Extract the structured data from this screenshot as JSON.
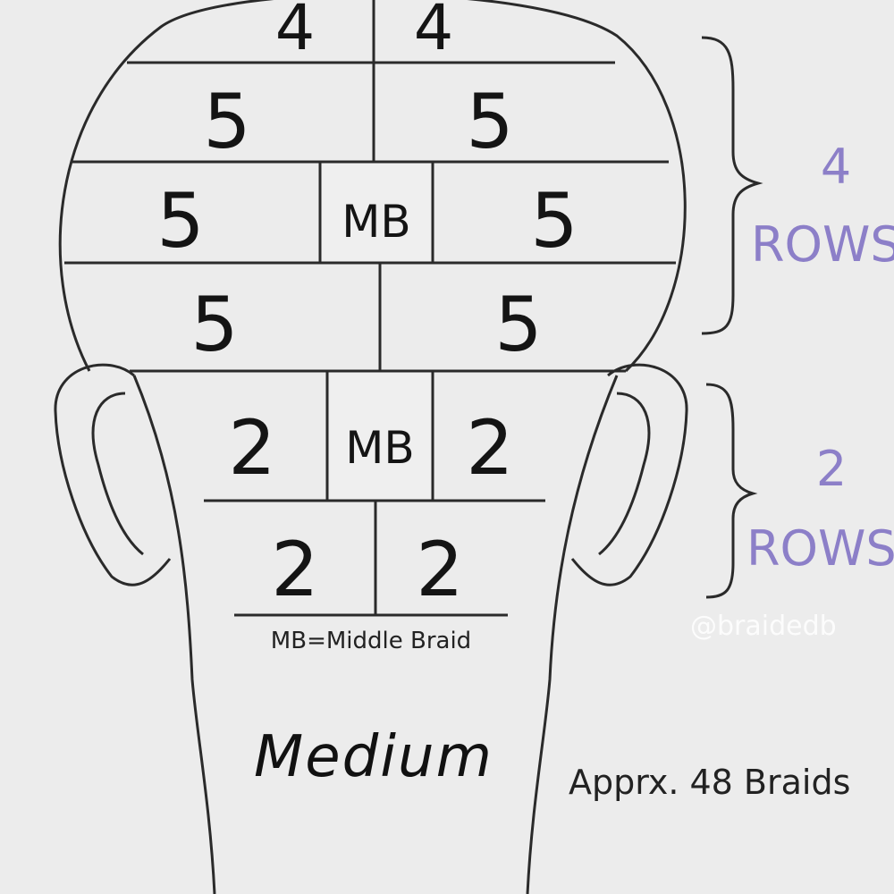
{
  "grid_top": {
    "row1": {
      "left": "4",
      "right": "4"
    },
    "row2": {
      "left": "5",
      "right": "5"
    },
    "row3": {
      "left": "5",
      "middle": "MB",
      "right": "5"
    },
    "row4": {
      "left": "5",
      "right": "5"
    }
  },
  "grid_bottom": {
    "row5": {
      "left": "2",
      "middle": "MB",
      "right": "2"
    },
    "row6": {
      "left": "2",
      "right": "2"
    }
  },
  "legend": "MB=Middle Braid",
  "title": "Medium",
  "note": "Apprx. 48 Braids",
  "groups": {
    "upper": {
      "count": "4",
      "label": "ROWS"
    },
    "lower": {
      "count": "2",
      "label": "ROWS"
    }
  },
  "watermark": "@braidedb",
  "colors": {
    "accent": "#8c7fc8",
    "ink": "#141414",
    "background": "#ececec"
  }
}
